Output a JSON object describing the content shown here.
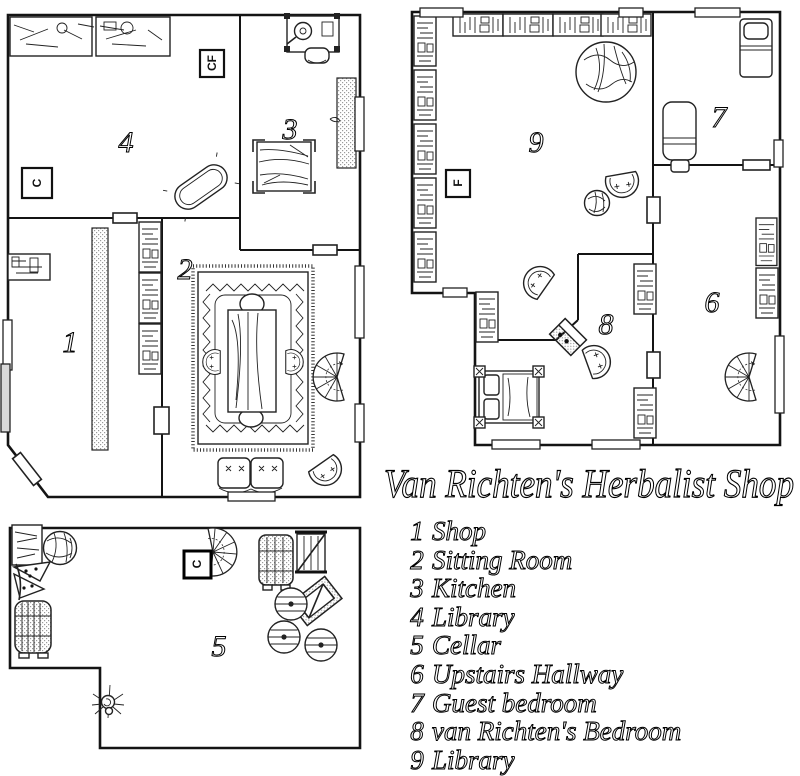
{
  "title": "Van Richten's Herbalist Shop",
  "legend": [
    {
      "number": "1",
      "label": "Shop"
    },
    {
      "number": "2",
      "label": "Sitting Room"
    },
    {
      "number": "3",
      "label": "Kitchen"
    },
    {
      "number": "4",
      "label": "Library"
    },
    {
      "number": "5",
      "label": "Cellar"
    },
    {
      "number": "6",
      "label": "Upstairs Hallway"
    },
    {
      "number": "7",
      "label": "Guest bedroom"
    },
    {
      "number": "8",
      "label": "van Richten's Bedroom"
    },
    {
      "number": "9",
      "label": "Library"
    }
  ],
  "rooms": {
    "r1": "1",
    "r2": "2",
    "r3": "3",
    "r4": "4",
    "r5": "5",
    "r6": "6",
    "r7": "7",
    "r8": "8",
    "r9": "9"
  },
  "markers": {
    "ground_library_chimney": "C",
    "ground_library_chimney_fireplace": "CF",
    "upper_library_fireplace": "F",
    "cellar_chimney": "C"
  },
  "colors": {
    "ink": "#141414",
    "paper": "#ffffff",
    "grid": "#b4b4b4"
  }
}
